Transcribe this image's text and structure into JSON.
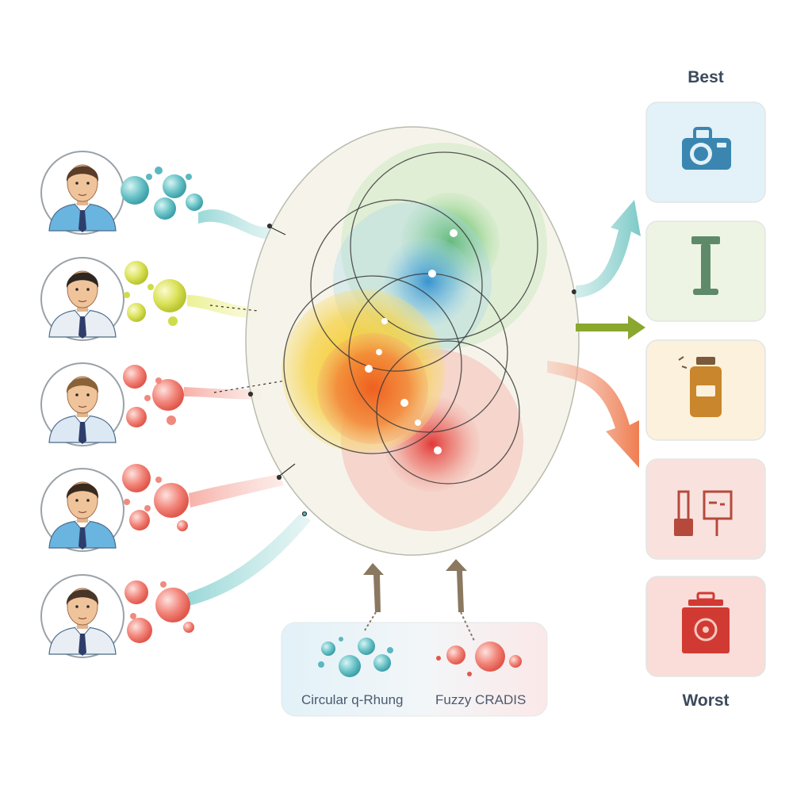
{
  "ranking": {
    "best_label": "Best",
    "worst_label": "Worst",
    "alternatives": [
      {
        "icon": "camera-icon",
        "color": "#3a86b0",
        "bg": "#e3f1f8"
      },
      {
        "icon": "razor-icon",
        "color": "#5f8a6a",
        "bg": "#eef4e4"
      },
      {
        "icon": "bottle-icon",
        "color": "#c9862c",
        "bg": "#fbf1dc"
      },
      {
        "icon": "signboard-icon",
        "color": "#b54a3c",
        "bg": "#f9e2de"
      },
      {
        "icon": "waste-bin-icon",
        "color": "#d13a32",
        "bg": "#fadcd8"
      }
    ]
  },
  "methods": {
    "left_label": "Circular q-Rhung",
    "right_label": "Fuzzy CRADIS"
  },
  "experts": [
    {
      "icon": "expert-avatar-icon",
      "color": "#5bb8c0"
    },
    {
      "icon": "expert-avatar-icon",
      "color": "#cfdc4a"
    },
    {
      "icon": "expert-avatar-icon",
      "color": "#ee8a7e"
    },
    {
      "icon": "expert-avatar-icon",
      "color": "#ee8a7e"
    },
    {
      "icon": "expert-avatar-icon",
      "color": "#ee8a7e"
    }
  ],
  "colors": {
    "teal": "#5bb8c0",
    "green": "#4cb04a",
    "blue": "#3a9ed8",
    "yellow": "#f0c020",
    "orange": "#f07a30",
    "red": "#e04040"
  }
}
